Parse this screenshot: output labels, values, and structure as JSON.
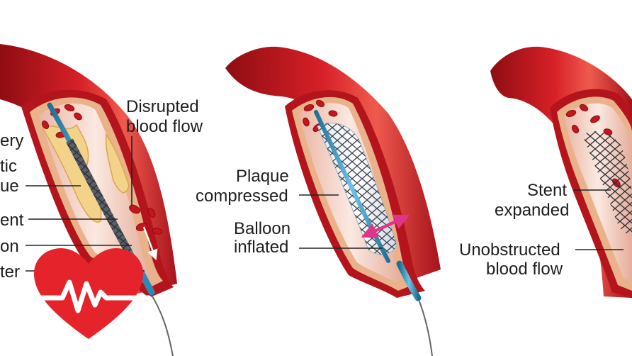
{
  "panels": [
    {
      "id": "stage-1",
      "labels": {
        "disrupted_line1": "Disrupted",
        "disrupted_line2": "blood flow",
        "artery_partial": "ery",
        "plaque_partial_1": "tic",
        "plaque_partial_2": "ue",
        "stent_partial": "ent",
        "balloon_partial": "on",
        "catheter_partial": "ter"
      }
    },
    {
      "id": "stage-2",
      "labels": {
        "plaque_line1": "Plaque",
        "plaque_line2": "compressed",
        "balloon_line1": "Balloon",
        "balloon_line2": "inflated"
      }
    },
    {
      "id": "stage-3",
      "labels": {
        "stent_line1": "Stent",
        "stent_line2": "expanded",
        "flow_line1": "Unobstructed",
        "flow_line2": "blood flow"
      }
    }
  ],
  "colors": {
    "artery_outer": "#c8171d",
    "artery_wall": "#e8b08c",
    "plaque": "#f3d38a",
    "lumen": "#f6d8cc",
    "blood_cell": "#c4161c",
    "catheter": "#3d9ec4",
    "stent_mesh": "#2a2f38",
    "arrow_pink": "#e0338a",
    "logo_red": "#e5232b"
  },
  "icons": [
    "heart-pulse-logo-icon"
  ]
}
